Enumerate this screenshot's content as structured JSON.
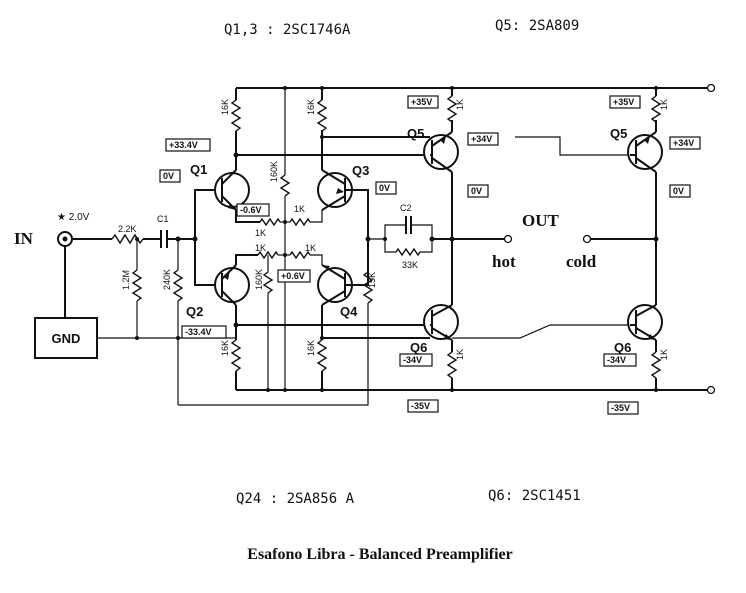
{
  "header": {
    "q13": "Q1,3 : 2SC1746A",
    "q5": "Q5:  2SA809",
    "q24": "Q24 : 2SA856 A",
    "q6": "Q6:  2SC1451"
  },
  "title": "Esafono Libra - Balanced Preamplifier",
  "input": {
    "in_label": "IN",
    "gnd_label": "GND",
    "in_voltage": "★ 2.0V"
  },
  "output": {
    "out_label": "OUT",
    "hot_label": "hot",
    "cold_label": "cold"
  },
  "transistors": {
    "q1": "Q1",
    "q2": "Q2",
    "q3": "Q3",
    "q4": "Q4",
    "q5_left": "Q5",
    "q6_left": "Q6",
    "q5_right": "Q5",
    "q6_right": "Q6"
  },
  "capacitors": {
    "c1": "C1",
    "c2": "C2"
  },
  "resistors": {
    "r_in": "2.2K",
    "r_12m": "1.2M",
    "r_240k": "240K",
    "r_16k_top_left": "16K",
    "r_16k_top_mid": "16K",
    "r_160k_top": "160K",
    "r_1k_q1_emitter": "1K",
    "r_1k_q3_emitter": "1K",
    "r_1k_q2_emitter": "1K",
    "r_1k_q4_emitter": "1K",
    "r_160k_bottom": "160K",
    "r_16k_bot_left": "16K",
    "r_16k_bot_mid": "16K",
    "r_15k": "15K",
    "r_33k": "33K",
    "r_1k_q5l": "1K",
    "r_1k_q6l": "1K",
    "r_1k_q5r": "1K",
    "r_1k_q6r": "1K"
  },
  "voltages": {
    "q1_collector": "+33.4V",
    "q1_base": "0V",
    "q1_emitter": "-0.6V",
    "q3_base": "0V",
    "q4_emitter": "+0.6V",
    "q2_collector": "-33.4V",
    "q5l_supply": "+35V",
    "q5l_emitter": "+34V",
    "q5l_out": "0V",
    "q6l_emitter": "-34V",
    "q6l_supply": "-35V",
    "q5r_supply": "+35V",
    "q5r_emitter": "+34V",
    "q5r_out": "0V",
    "q6r_emitter": "-34V",
    "q6r_supply": "-35V"
  }
}
